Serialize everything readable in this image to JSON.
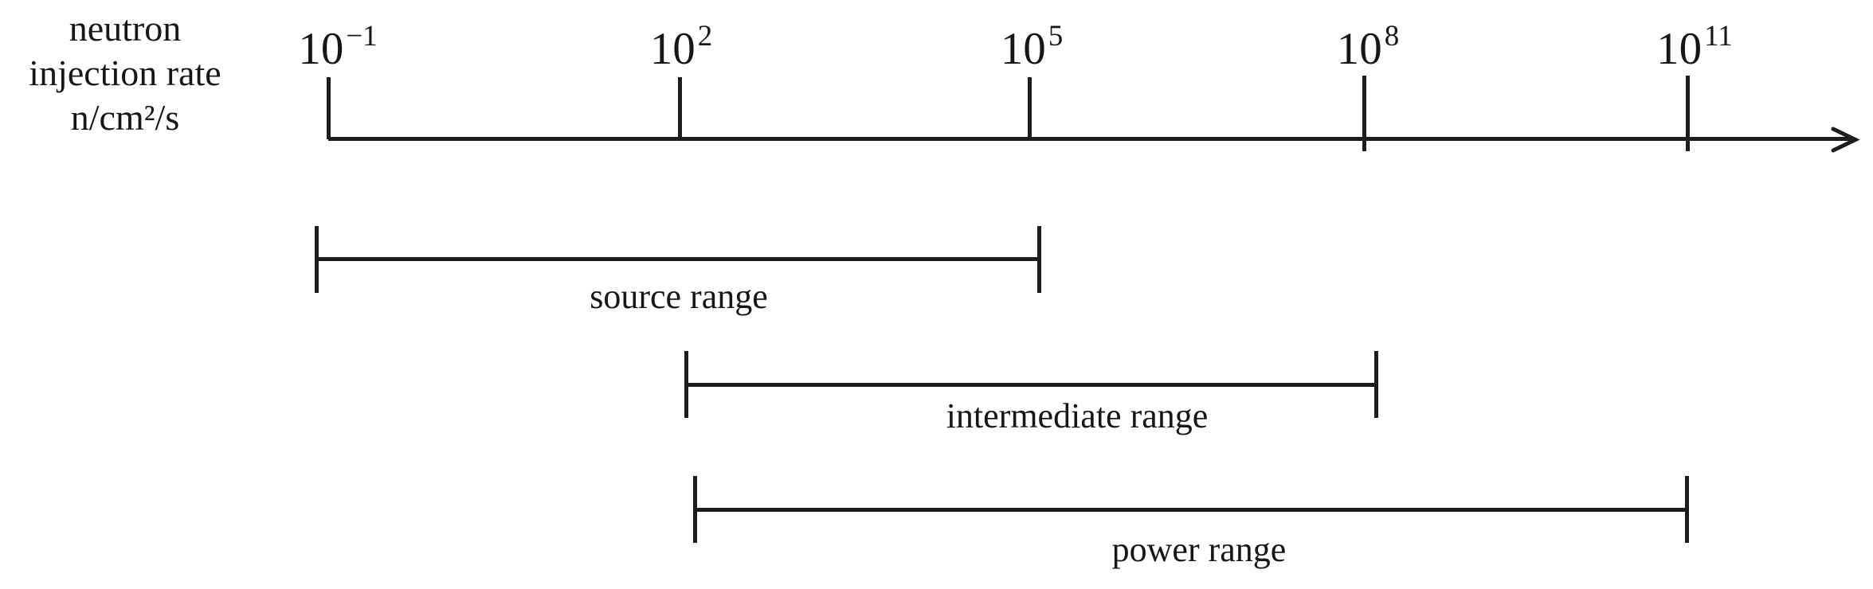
{
  "figure": {
    "axis_title": {
      "line1": "neutron",
      "line2": "injection rate",
      "line3": "n/cm²/s"
    },
    "ticks": [
      {
        "base": "10",
        "exp": "−1"
      },
      {
        "base": "10",
        "exp": "2"
      },
      {
        "base": "10",
        "exp": "5"
      },
      {
        "base": "10",
        "exp": "8"
      },
      {
        "base": "10",
        "exp": "11"
      }
    ],
    "ranges": [
      {
        "label": "source range"
      },
      {
        "label": "intermediate range"
      },
      {
        "label": "power range"
      }
    ],
    "colors": {
      "ink": "#1c1c1c",
      "background": "#ffffff"
    }
  },
  "chart_data": {
    "type": "number_line",
    "axis_label": "neutron injection rate n/cm²/s",
    "scale": "log10",
    "tick_labels": [
      "10^-1",
      "10^2",
      "10^5",
      "10^8",
      "10^11"
    ],
    "tick_values": [
      0.1,
      100,
      100000,
      100000000,
      100000000000
    ],
    "axis_range_decades": [
      -1,
      12.5
    ],
    "arrow": "right",
    "grid": false,
    "ranges": [
      {
        "name": "source range",
        "from": 0.1,
        "to": 100000
      },
      {
        "name": "intermediate range",
        "from": 100,
        "to": 100000000
      },
      {
        "name": "power range",
        "from": 100,
        "to": 100000000000
      }
    ]
  }
}
